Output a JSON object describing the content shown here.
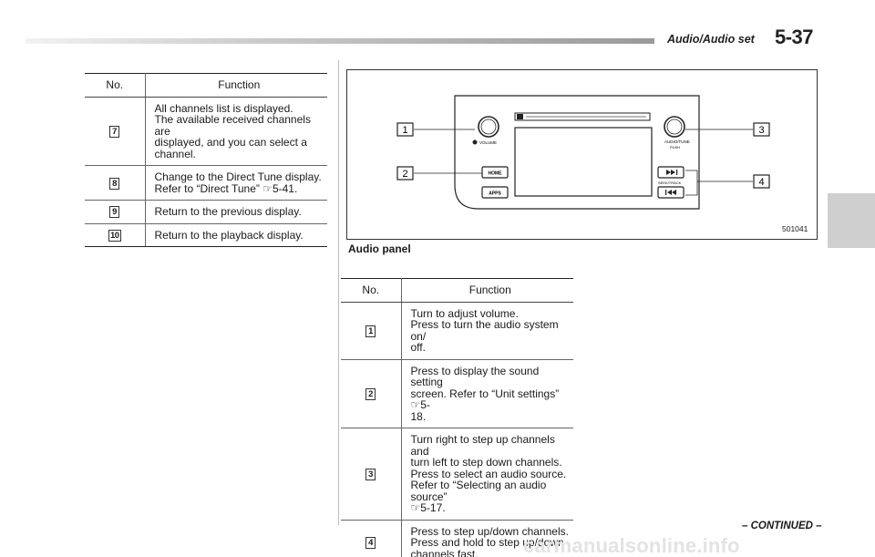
{
  "header": {
    "section_title": "Audio/Audio set",
    "page_number": "5-37"
  },
  "left_table": {
    "col_no": "No.",
    "col_function": "Function",
    "rows": [
      {
        "no": "7",
        "lines": [
          "All channels list is displayed.",
          "The available received channels are",
          "displayed, and you can select a",
          "channel."
        ]
      },
      {
        "no": "8",
        "lines": [
          "Change to the Direct Tune display.",
          "Refer to “Direct Tune” ☞5-41."
        ]
      },
      {
        "no": "9",
        "lines": [
          "Return to the previous display."
        ]
      },
      {
        "no": "10",
        "lines": [
          "Return to the playback display."
        ]
      }
    ]
  },
  "figure": {
    "caption": "Audio panel",
    "code": "501041",
    "labels": {
      "volume": "VOLUME",
      "home": "HOME",
      "apps": "APPS",
      "audio_tune": "AUDIO/TUNE",
      "push": "PUSH",
      "seek_track": "SEEK/TRACK"
    },
    "callouts": [
      "1",
      "2",
      "3",
      "4"
    ]
  },
  "right_table": {
    "col_no": "No.",
    "col_function": "Function",
    "rows": [
      {
        "no": "1",
        "lines": [
          "Turn to adjust volume.",
          "Press to turn the audio system on/",
          "off."
        ]
      },
      {
        "no": "2",
        "lines": [
          "Press to display the sound setting",
          "screen. Refer to “Unit settings” ☞5-",
          "18."
        ]
      },
      {
        "no": "3",
        "lines": [
          "Turn right to step up channels and",
          "turn left to step down channels.",
          "Press to select an audio source.",
          "Refer to “Selecting an audio source”",
          "☞5-17."
        ]
      },
      {
        "no": "4",
        "lines": [
          "Press to step up/down channels.",
          "Press and hold to step up/down",
          "channels fast."
        ]
      }
    ]
  },
  "footer": {
    "continued": "– CONTINUED –",
    "watermark": "carmanualsonline.info"
  }
}
